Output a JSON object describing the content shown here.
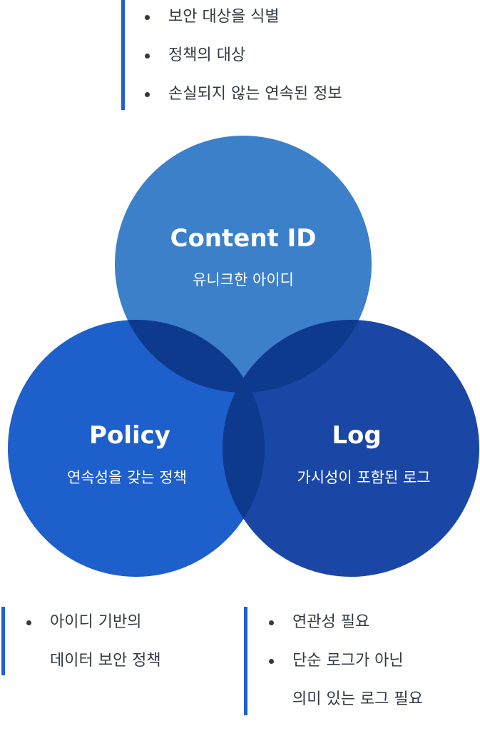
{
  "top_list": [
    "보안 대상을 식별",
    "정책의 대상",
    "손실되지 않는 연속된 정보"
  ],
  "circles": {
    "content_id": {
      "title": "Content ID",
      "subtitle": "유니크한 아이디"
    },
    "policy": {
      "title": "Policy",
      "subtitle": "연속성을 갖는 정책"
    },
    "log": {
      "title": "Log",
      "subtitle": "가시성이 포함된 로그"
    }
  },
  "bottom_left_list": [
    "아이디 기반의",
    "데이터 보안 정책"
  ],
  "bottom_right_list": [
    "연관성 필요",
    "단순 로그가 아닌",
    "의미 있는 로그 필요"
  ],
  "colors": {
    "content_id": "#3c80ca",
    "policy": "#1d5fcb",
    "log": "#1a47a6",
    "overlap": "#0d3a8c",
    "accent": "#1f5fcf"
  }
}
